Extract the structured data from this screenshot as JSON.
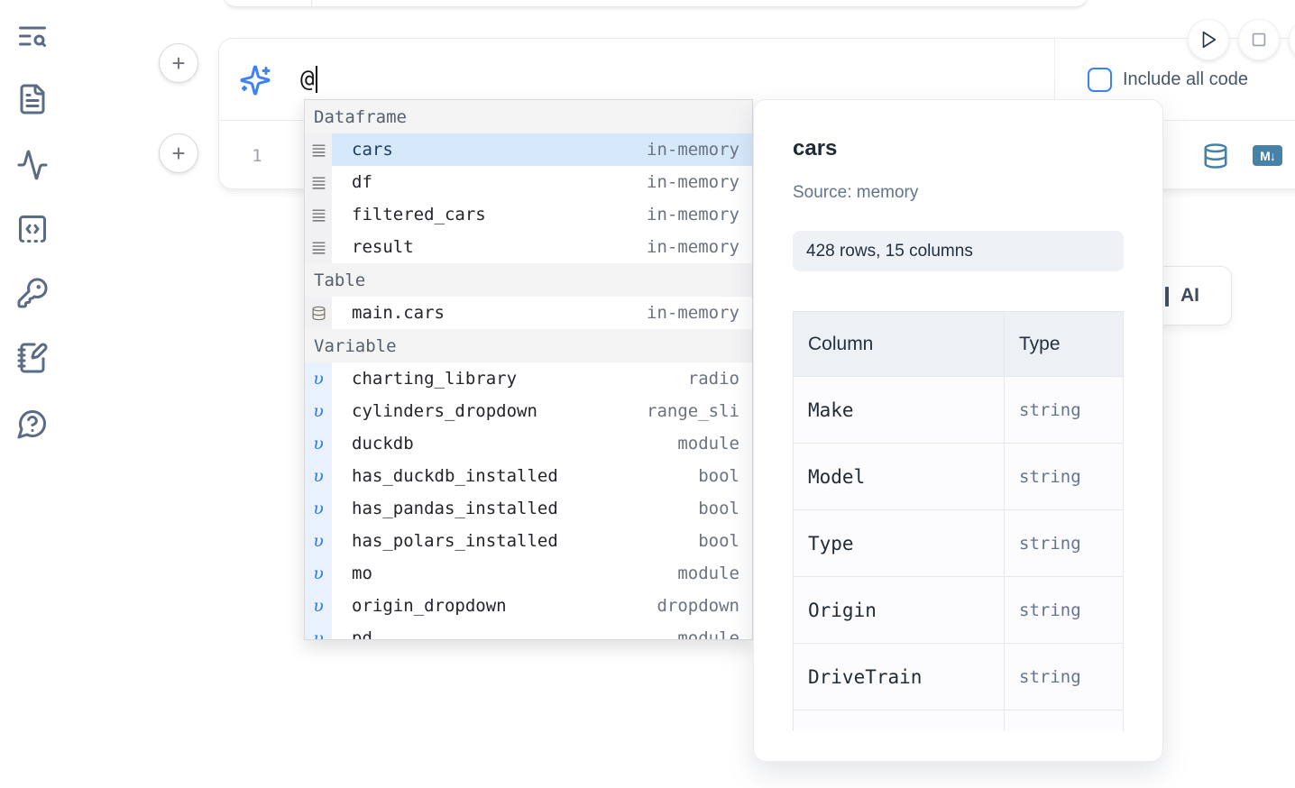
{
  "colors": {
    "accent": "#3b82f6",
    "steel": "#4682a8",
    "sel": "#d6e9fb",
    "sel-text": "#1c3d68"
  },
  "sidebar": {
    "icons": [
      "list-search-icon",
      "file-text-icon",
      "activity-icon",
      "snippets-code-icon",
      "key-icon",
      "scratchpad-notebook-icon",
      "help-chat-icon"
    ]
  },
  "ai_input": {
    "value": "@",
    "include_all_code_label": "Include all code"
  },
  "editor": {
    "line_number": "1"
  },
  "chip": {
    "ai_label": "AI"
  },
  "completion": {
    "sections": [
      {
        "label": "Dataframe",
        "items": [
          {
            "name": "cars",
            "detail": "in-memory"
          },
          {
            "name": "df",
            "detail": "in-memory"
          },
          {
            "name": "filtered_cars",
            "detail": "in-memory"
          },
          {
            "name": "result",
            "detail": "in-memory"
          }
        ]
      },
      {
        "label": "Table",
        "items": [
          {
            "name": "main.cars",
            "detail": "in-memory"
          }
        ]
      },
      {
        "label": "Variable",
        "items": [
          {
            "name": "charting_library",
            "detail": "radio"
          },
          {
            "name": "cylinders_dropdown",
            "detail": "range_sli"
          },
          {
            "name": "duckdb",
            "detail": "module"
          },
          {
            "name": "has_duckdb_installed",
            "detail": "bool"
          },
          {
            "name": "has_pandas_installed",
            "detail": "bool"
          },
          {
            "name": "has_polars_installed",
            "detail": "bool"
          },
          {
            "name": "mo",
            "detail": "module"
          },
          {
            "name": "origin_dropdown",
            "detail": "dropdown"
          },
          {
            "name": "pd",
            "detail": "module"
          }
        ]
      }
    ]
  },
  "preview": {
    "title": "cars",
    "source": "Source: memory",
    "shape": "428 rows, 15 columns",
    "table": {
      "headers": [
        "Column",
        "Type"
      ],
      "rows": [
        [
          "Make",
          "string"
        ],
        [
          "Model",
          "string"
        ],
        [
          "Type",
          "string"
        ],
        [
          "Origin",
          "string"
        ],
        [
          "DriveTrain",
          "string"
        ]
      ]
    }
  }
}
